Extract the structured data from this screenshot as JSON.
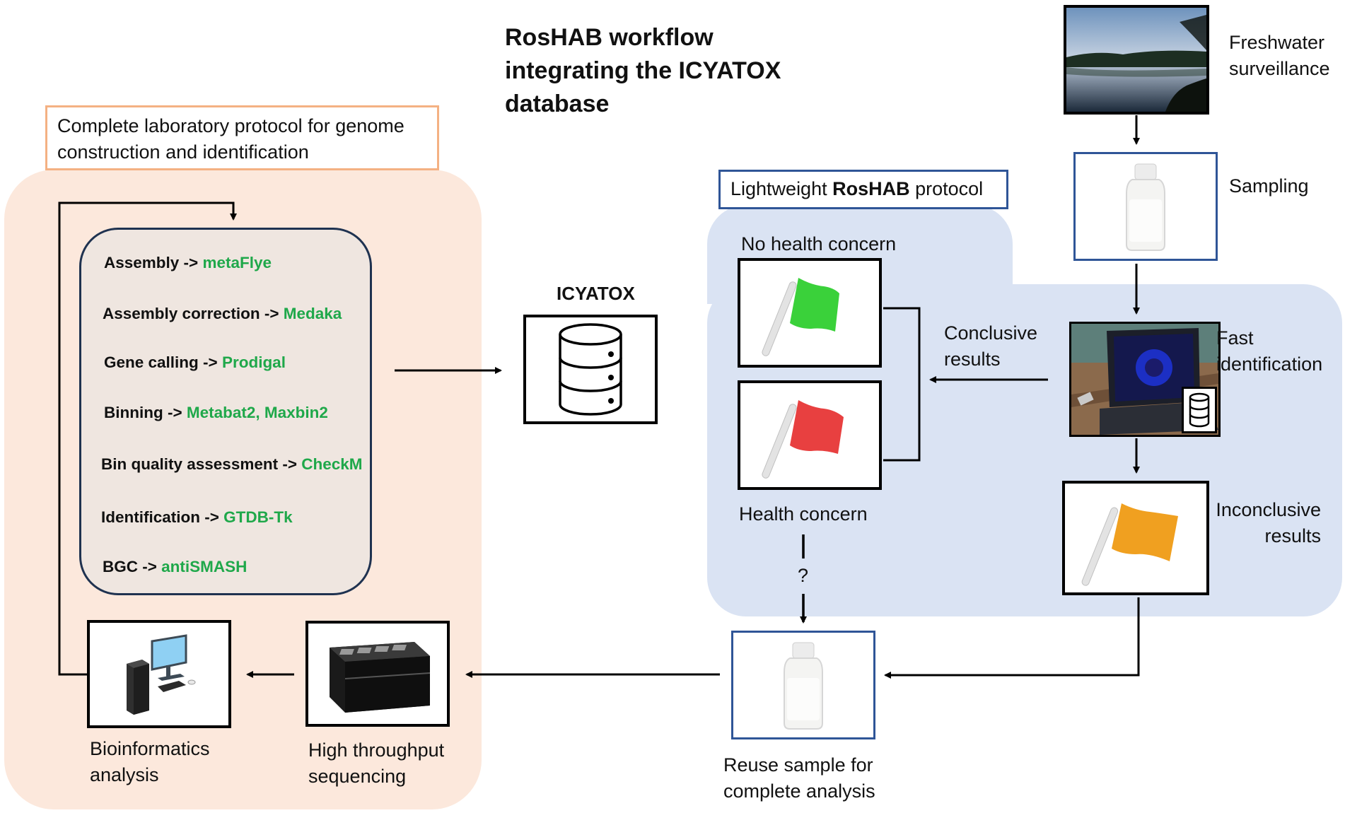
{
  "title": {
    "line1": "RosHAB workflow",
    "line2": "integrating the ICYATOX",
    "line3": "database"
  },
  "lab_protocol_box": {
    "line1": "Complete laboratory protocol for genome",
    "line2": "construction and identification"
  },
  "lightweight_box": {
    "prefix": "Lightweight ",
    "bold": "RosHAB",
    "suffix": " protocol"
  },
  "pipeline_steps": [
    {
      "step": "Assembly -> ",
      "tool": "metaFlye"
    },
    {
      "step": "Assembly correction -> ",
      "tool": "Medaka"
    },
    {
      "step": "Gene calling -> ",
      "tool": "Prodigal"
    },
    {
      "step": "Binning -> ",
      "tool": "Metabat2, Maxbin2"
    },
    {
      "step": "Bin quality assessment -> ",
      "tool": "CheckM"
    },
    {
      "step": "Identification -> ",
      "tool": "GTDB-Tk"
    },
    {
      "step": "BGC -> ",
      "tool": "antiSMASH"
    }
  ],
  "database_label": "ICYATOX",
  "labels": {
    "freshwater": {
      "line1": "Freshwater",
      "line2": "surveillance"
    },
    "sampling": "Sampling",
    "fast_id": {
      "line1": "Fast",
      "line2": "identification"
    },
    "no_health": "No health concern",
    "health": "Health concern",
    "conclusive": {
      "line1": "Conclusive",
      "line2": "results"
    },
    "inconclusive": {
      "line1": "Inconclusive",
      "line2": "results"
    },
    "question": "?",
    "reuse": {
      "line1": "Reuse sample for",
      "line2": "complete analysis"
    },
    "bioinformatics": {
      "line1": "Bioinformatics",
      "line2": "analysis"
    },
    "sequencing": {
      "line1": "High throughput",
      "line2": "sequencing"
    }
  },
  "colors": {
    "tool_green": "#1fa84a",
    "flag_green": "#3ad13a",
    "flag_red": "#e84040",
    "flag_orange": "#f0a020",
    "left_region": "#fce8dc",
    "right_region": "#dae3f3",
    "blue_border": "#2f5597",
    "orange_border": "#f4b183"
  },
  "icons": [
    "lake-photo-icon",
    "sample-bottle-icon",
    "laptop-photo-icon",
    "database-icon",
    "flag-icon",
    "computer-icon",
    "sequencer-icon"
  ]
}
